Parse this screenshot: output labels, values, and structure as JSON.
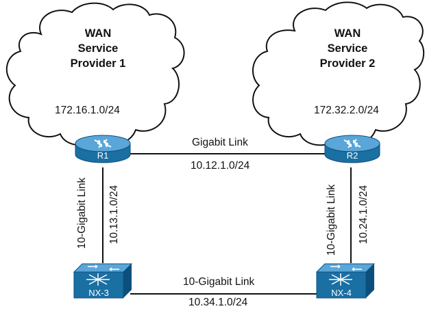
{
  "clouds": [
    {
      "id": "sp1",
      "title_lines": [
        "WAN",
        "Service",
        "Provider 1"
      ],
      "subnet": "172.16.1.0/24"
    },
    {
      "id": "sp2",
      "title_lines": [
        "WAN",
        "Service",
        "Provider 2"
      ],
      "subnet": "172.32.2.0/24"
    }
  ],
  "devices": {
    "r1": {
      "label": "R1",
      "icon": "router-icon"
    },
    "r2": {
      "label": "R2",
      "icon": "router-icon"
    },
    "nx3": {
      "label": "NX-3",
      "icon": "switch-icon"
    },
    "nx4": {
      "label": "NX-4",
      "icon": "switch-icon"
    }
  },
  "links": {
    "r1_r2": {
      "name": "Gigabit Link",
      "subnet": "10.12.1.0/24"
    },
    "r1_nx3": {
      "name": "10-Gigabit Link",
      "subnet": "10.13.1.0/24"
    },
    "r2_nx4": {
      "name": "10-Gigabit Link",
      "subnet": "10.24.1.0/24"
    },
    "nx3_nx4": {
      "name": "10-Gigabit Link",
      "subnet": "10.34.1.0/24"
    }
  },
  "colors": {
    "device_fill": "#1a6fa3",
    "device_dark": "#0d4f7c",
    "device_top": "#5aa6d8",
    "line": "#111111"
  }
}
